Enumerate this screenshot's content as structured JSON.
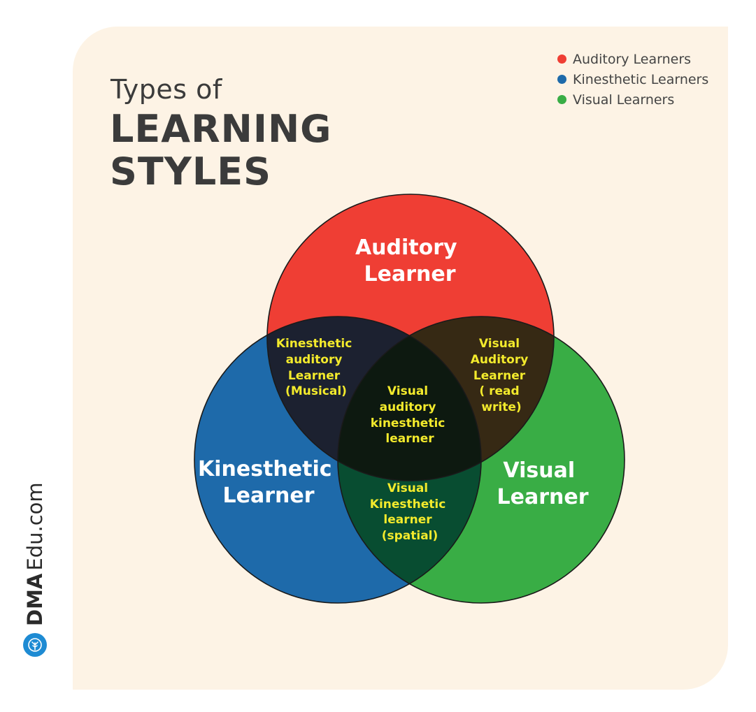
{
  "header": {
    "title_line1": "Types of",
    "title_line2": "LEARNING",
    "title_line3": "STYLES"
  },
  "legend": [
    {
      "label": "Auditory Learners",
      "color": "#ef3e34"
    },
    {
      "label": "Kinesthetic Learners",
      "color": "#1e6aaa"
    },
    {
      "label": "Visual Learners",
      "color": "#39ad45"
    }
  ],
  "venn": {
    "auditory": {
      "lines": [
        "Auditory",
        "Learner"
      ],
      "color": "#ef3e34"
    },
    "kinesthetic": {
      "lines": [
        "Kinesthetic",
        "Learner"
      ],
      "color": "#1e6aaa"
    },
    "visual": {
      "lines": [
        "Visual",
        "Learner"
      ],
      "color": "#39ad45"
    },
    "kinesthetic_auditory": {
      "lines": [
        "Kinesthetic",
        "auditory",
        "Learner",
        "(Musical)"
      ],
      "color": "#1c2130"
    },
    "visual_auditory": {
      "lines": [
        "Visual",
        "Auditory",
        "Learner",
        "( read",
        "write)"
      ],
      "color": "#362914"
    },
    "visual_kinesthetic": {
      "lines": [
        "Visual",
        "Kinesthetic",
        "learner",
        "(spatial)"
      ],
      "color": "#084d31"
    },
    "all_three": {
      "lines": [
        "Visual",
        "auditory",
        "kinesthetic",
        "learner"
      ],
      "color": "#0d1910"
    }
  },
  "brand": {
    "strong": "DMA",
    "light": "Edu.com",
    "logo_color": "#1e8bd3"
  }
}
